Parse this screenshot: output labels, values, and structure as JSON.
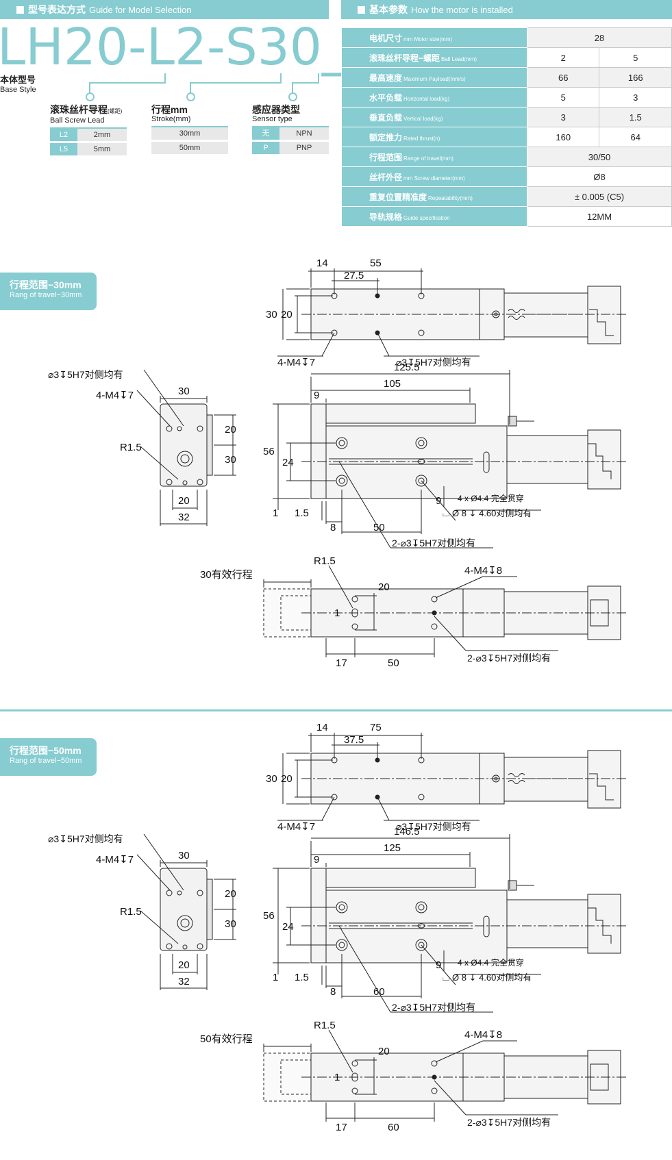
{
  "header_left": {
    "title_zh": "型号表达方式",
    "title_en": "Guide for Model Selection"
  },
  "header_right": {
    "title_zh": "基本参数",
    "title_en": "How the motor is installed"
  },
  "model_code": "LH20-L2-S30_",
  "base_style": {
    "zh": "本体型号",
    "en": "Base Style"
  },
  "options": [
    {
      "title_zh": "滚珠丝杆导程",
      "title_note": "(螺距)",
      "title_en": "Ball Screw Lead",
      "rows": [
        {
          "code": "L2",
          "value": "2mm"
        },
        {
          "code": "L5",
          "value": "5mm"
        }
      ]
    },
    {
      "title_zh": "行程mm",
      "title_note": "",
      "title_en": "Stroke(mm)",
      "rows": [
        {
          "code": "",
          "value": "30mm"
        },
        {
          "code": "",
          "value": "50mm"
        }
      ]
    },
    {
      "title_zh": "感应器类型",
      "title_note": "",
      "title_en": "Sensor type",
      "rows": [
        {
          "code": "无",
          "value": "NPN"
        },
        {
          "code": "P",
          "value": "PNP"
        }
      ]
    }
  ],
  "params": [
    {
      "zh": "电机尺寸",
      "en": "mm Motor size(mm)",
      "values": [
        "28"
      ]
    },
    {
      "zh": "滚珠丝杆导程−螺距",
      "en": "Ball Lead(mm)",
      "values": [
        "2",
        "5"
      ]
    },
    {
      "zh": "最高速度",
      "en": "Maximum Payload(mm/s)",
      "values": [
        "66",
        "166"
      ]
    },
    {
      "zh": "水平负载",
      "en": "Horizontal load(kg)",
      "values": [
        "5",
        "3"
      ]
    },
    {
      "zh": "垂直负载",
      "en": "Vertical load(kg)",
      "values": [
        "3",
        "1.5"
      ]
    },
    {
      "zh": "额定推力",
      "en": "Rated thrust(n)",
      "values": [
        "160",
        "64"
      ]
    },
    {
      "zh": "行程范围",
      "en": "Range of travel(mm)",
      "values": [
        "30/50"
      ]
    },
    {
      "zh": "丝杆外径",
      "en": "mm Screw diameter(mm)",
      "values": [
        "Ø8"
      ]
    },
    {
      "zh": "重复位置精准度",
      "en": "Repeatability(mm)",
      "values": [
        "± 0.005 (C5)"
      ]
    },
    {
      "zh": "导轨规格",
      "en": "Guide specification",
      "values": [
        "12MM"
      ]
    }
  ],
  "sections": [
    {
      "tag_zh": "行程范围−30mm",
      "tag_en": "Rang of travel−30mm",
      "top": {
        "d14": "14",
        "d55": "55",
        "d27": "27.5",
        "d30": "30",
        "d20": "20",
        "m4": "4-M4↧7",
        "hole": "⌀3↧5H7对侧均有"
      },
      "end": {
        "hole": "⌀3↧5H7对侧均有",
        "m4": "4-M4↧7",
        "r": "R1.5",
        "w30": "30",
        "h20": "20",
        "h30": "30",
        "w20": "20",
        "w32": "32"
      },
      "side": {
        "d125": "125.5",
        "d105": "105",
        "d9": "9",
        "d56": "56",
        "d24": "24",
        "d1": "1",
        "d15": "1.5",
        "d8": "8",
        "d50": "50",
        "d9b": "9",
        "thru": "4 x Ø4.4  完全贯穿",
        "cb": "⌴ Ø 8  ↧ 4.60对侧均有",
        "pin": "2-⌀3↧5H7对侧均有"
      },
      "bottom": {
        "stroke": "30有效行程",
        "r": "R1.5",
        "d20": "20",
        "m4": "4-M4↧8",
        "d1": "1",
        "d17": "17",
        "d50": "50",
        "pin": "2-⌀3↧5H7对侧均有"
      }
    },
    {
      "tag_zh": "行程范围−50mm",
      "tag_en": "Rang of travel−50mm",
      "top": {
        "d14": "14",
        "d55": "75",
        "d27": "37.5",
        "d30": "30",
        "d20": "20",
        "m4": "4-M4↧7",
        "hole": "⌀3↧5H7对侧均有"
      },
      "end": {
        "hole": "⌀3↧5H7对侧均有",
        "m4": "4-M4↧7",
        "r": "R1.5",
        "w30": "30",
        "h20": "20",
        "h30": "30",
        "w20": "20",
        "w32": "32"
      },
      "side": {
        "d125": "146.5",
        "d105": "125",
        "d9": "9",
        "d56": "56",
        "d24": "24",
        "d1": "1",
        "d15": "1.5",
        "d8": "8",
        "d50": "60",
        "d9b": "9",
        "thru": "4 x Ø4.4  完全贯穿",
        "cb": "⌴ Ø 8  ↧ 4.60对侧均有",
        "pin": "2-⌀3↧5H7对侧均有"
      },
      "bottom": {
        "stroke": "50有效行程",
        "r": "R1.5",
        "d20": "20",
        "m4": "4-M4↧8",
        "d1": "1",
        "d17": "17",
        "d50": "60",
        "pin": "2-⌀3↧5H7对侧均有"
      }
    }
  ]
}
